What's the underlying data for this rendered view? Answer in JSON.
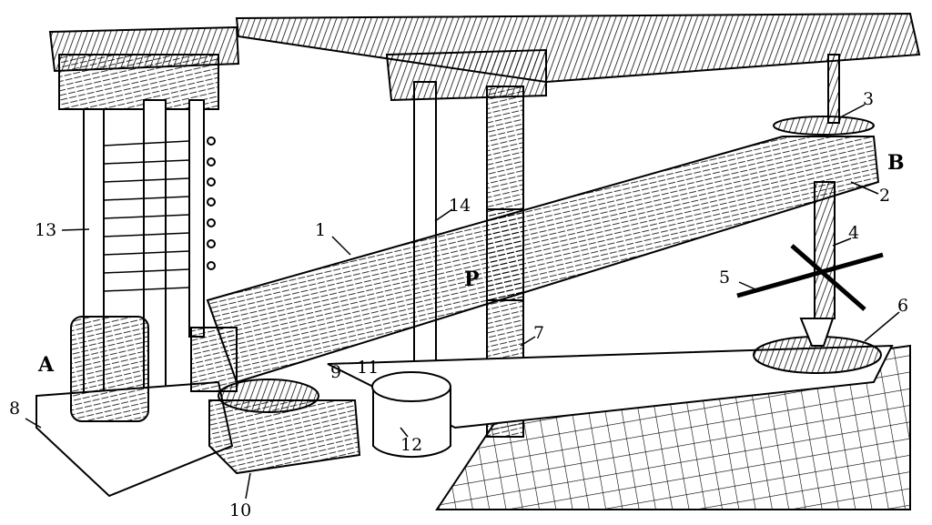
{
  "labels": {
    "n1": "1",
    "n2": "2",
    "n3": "3",
    "n4": "4",
    "n5": "5",
    "n6": "6",
    "n7": "7",
    "n8": "8",
    "n9": "9",
    "n10": "10",
    "n11": "11",
    "n12": "12",
    "n13": "13",
    "n14": "14",
    "A": "A",
    "B": "B",
    "P": "P"
  },
  "colors": {
    "ink": "#000000",
    "paper": "#ffffff"
  }
}
